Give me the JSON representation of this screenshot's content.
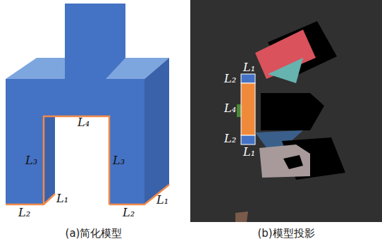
{
  "diagram": {
    "labels": [
      "L₄",
      "L₃",
      "L₃",
      "L₁",
      "L₂",
      "L₂",
      "L₁",
      "L₁",
      "L₂",
      "L₄",
      "L₂",
      "L₁",
      "(a)简化模型",
      "(b)模型投影"
    ]
  }
}
